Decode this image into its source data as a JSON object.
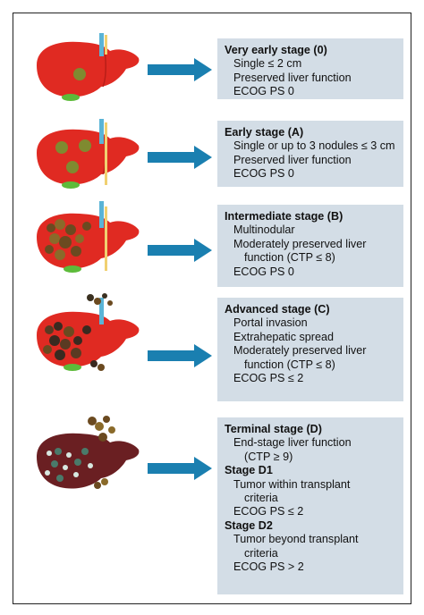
{
  "stages": [
    {
      "title": "Very early stage (0)",
      "lines": [
        {
          "text": "Single ≤ 2 cm",
          "kind": "ln"
        },
        {
          "text": "Preserved liver function",
          "kind": "ln"
        },
        {
          "text": "ECOG PS 0",
          "kind": "ln"
        }
      ]
    },
    {
      "title": "Early stage (A)",
      "lines": [
        {
          "text": "Single or up to 3 nodules ≤ 3 cm",
          "kind": "ln"
        },
        {
          "text": "Preserved liver function",
          "kind": "ln"
        },
        {
          "text": "ECOG PS 0",
          "kind": "ln"
        }
      ]
    },
    {
      "title": "Intermediate stage (B)",
      "lines": [
        {
          "text": "Multinodular",
          "kind": "ln"
        },
        {
          "text": "Moderately preserved liver",
          "kind": "ln"
        },
        {
          "text": "function (CTP ≤ 8)",
          "kind": "ind"
        },
        {
          "text": "ECOG PS 0",
          "kind": "ln"
        }
      ]
    },
    {
      "title": "Advanced stage (C)",
      "lines": [
        {
          "text": "Portal invasion",
          "kind": "ln"
        },
        {
          "text": "Extrahepatic spread",
          "kind": "ln"
        },
        {
          "text": "Moderately preserved liver",
          "kind": "ln"
        },
        {
          "text": "function (CTP ≤ 8)",
          "kind": "ind"
        },
        {
          "text": "ECOG PS ≤ 2",
          "kind": "ln"
        }
      ]
    },
    {
      "title": "Terminal stage (D)",
      "lines": [
        {
          "text": "End-stage liver function",
          "kind": "ln"
        },
        {
          "text": "(CTP ≥ 9)",
          "kind": "ind"
        },
        {
          "text": "Stage D1",
          "kind": "sub"
        },
        {
          "text": "Tumor within transplant",
          "kind": "ln"
        },
        {
          "text": "criteria",
          "kind": "ind"
        },
        {
          "text": "ECOG PS ≤ 2",
          "kind": "ln"
        },
        {
          "text": "Stage D2",
          "kind": "sub"
        },
        {
          "text": "Tumor beyond transplant",
          "kind": "ln"
        },
        {
          "text": "criteria",
          "kind": "ind"
        },
        {
          "text": "ECOG PS > 2",
          "kind": "ln"
        }
      ]
    }
  ],
  "colors": {
    "liver": "#e02a22",
    "liver_dark": "#6a1f22",
    "arrow": "#1a7fb0",
    "box": "#d3dde6",
    "nodule": "#7f8a30",
    "gall": "#5dbb3a",
    "vessel": "#5ab4d6",
    "duct": "#f0d070"
  }
}
